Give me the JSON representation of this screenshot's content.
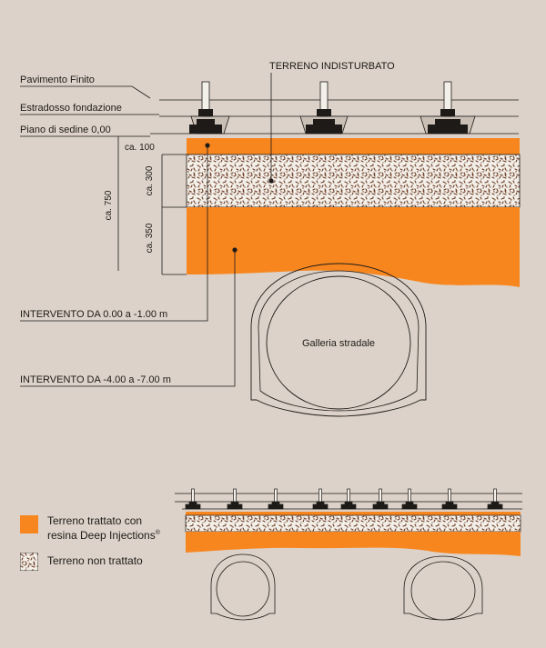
{
  "labels": {
    "pavimento": "Pavimento Finito",
    "estradosso": "Estradosso fondazione",
    "piano": "Piano di sedine 0,00",
    "terreno_indisturbato": "TERRENO INDISTURBATO",
    "galleria": "Galleria stradale",
    "intervento_1": "INTERVENTO DA 0.00 a -1.00 m",
    "intervento_2": "INTERVENTO DA -4.00 a -7.00 m"
  },
  "dimensions": {
    "d100": "ca. 100",
    "d300": "ca. 300",
    "d350": "ca. 350",
    "d750": "ca. 750"
  },
  "legend": {
    "treated_line1": "Terreno trattato con",
    "treated_line2": "resina Deep Injections",
    "treated_mark": "®",
    "untreated": "Terreno non trattato"
  },
  "colors": {
    "treated": "#f7861f",
    "untreated_bg": "#f3efe9",
    "background": "#dcd2c9",
    "line": "#1e1a17"
  }
}
